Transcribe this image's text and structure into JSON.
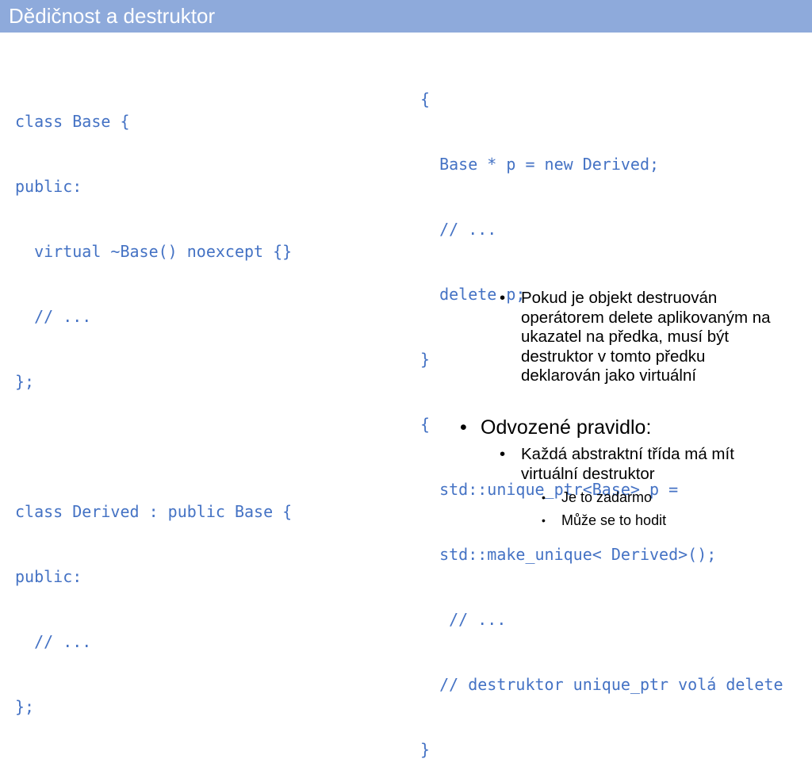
{
  "slide": {
    "title": "Dědičnost a destruktor"
  },
  "code_left": {
    "lines": [
      "class Base {",
      "public:",
      "  virtual ~Base() noexcept {}",
      "  // ...",
      "};",
      "",
      "class Derived : public Base {",
      "public:",
      "  // ...",
      "};"
    ]
  },
  "code_right": {
    "lines": [
      "{",
      "  Base * p = new Derived;",
      "  // ...",
      "  delete p;",
      "}",
      "{",
      "  std::unique_ptr<Base> p =",
      "  std::make_unique< Derived>();",
      "   // ...",
      "  // destruktor unique_ptr volá delete",
      "}"
    ]
  },
  "bullets": {
    "bullet_char": "•",
    "b1": {
      "lines": [
        "Pokud je objekt destruován",
        "operátorem delete aplikovaným na",
        "ukazatel na předka, musí být",
        "destruktor v tomto předku",
        "deklarován jako virtuální"
      ]
    },
    "b2": {
      "text": "Odvozené pravidlo:"
    },
    "b3": {
      "lines": [
        "Každá abstraktní třída má mít",
        "virtuální destruktor"
      ]
    },
    "b4": {
      "text": "Je to zadarmo"
    },
    "b5": {
      "text": "Může se to hodit"
    }
  }
}
